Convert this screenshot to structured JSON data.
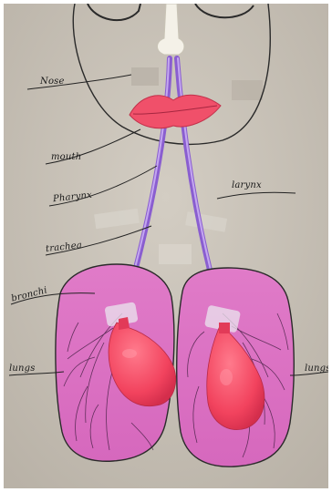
{
  "labels": {
    "nose": "Nose",
    "mouth": "mouth",
    "pharynx": "Pharynx",
    "larynx": "larynx",
    "trachea": "trachea",
    "bronchi": "bronchi",
    "lungs_left": "lungs",
    "lungs_right": "lungs"
  },
  "colors": {
    "cardboard": "#c8c2b8",
    "lung_paper": "#d86fbf",
    "lips": "#f0506a",
    "balloon": "#f2435e",
    "straw": "#9a6fd6",
    "ink": "#1a1a1a"
  }
}
